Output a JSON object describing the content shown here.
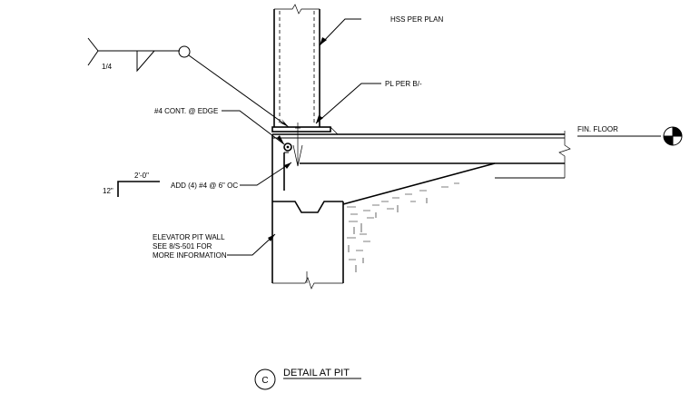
{
  "notes": {
    "hss": "HSS PER PLAN",
    "plate": "PL PER B/-",
    "rebar_edge": "#4 CONT. @ EDGE",
    "fin_floor": "FIN. FLOOR",
    "add_bars": "ADD (4) #4 @ 6\" OC",
    "pit_wall_1": "ELEVATOR PIT WALL",
    "pit_wall_2": "SEE 8/S-501 FOR",
    "pit_wall_3": "MORE INFORMATION",
    "weld_size": "1/4",
    "bar_length": "2'-0\"",
    "bar_hook": "12\""
  },
  "detail": {
    "letter": "C",
    "title": "DETAIL AT PIT"
  }
}
